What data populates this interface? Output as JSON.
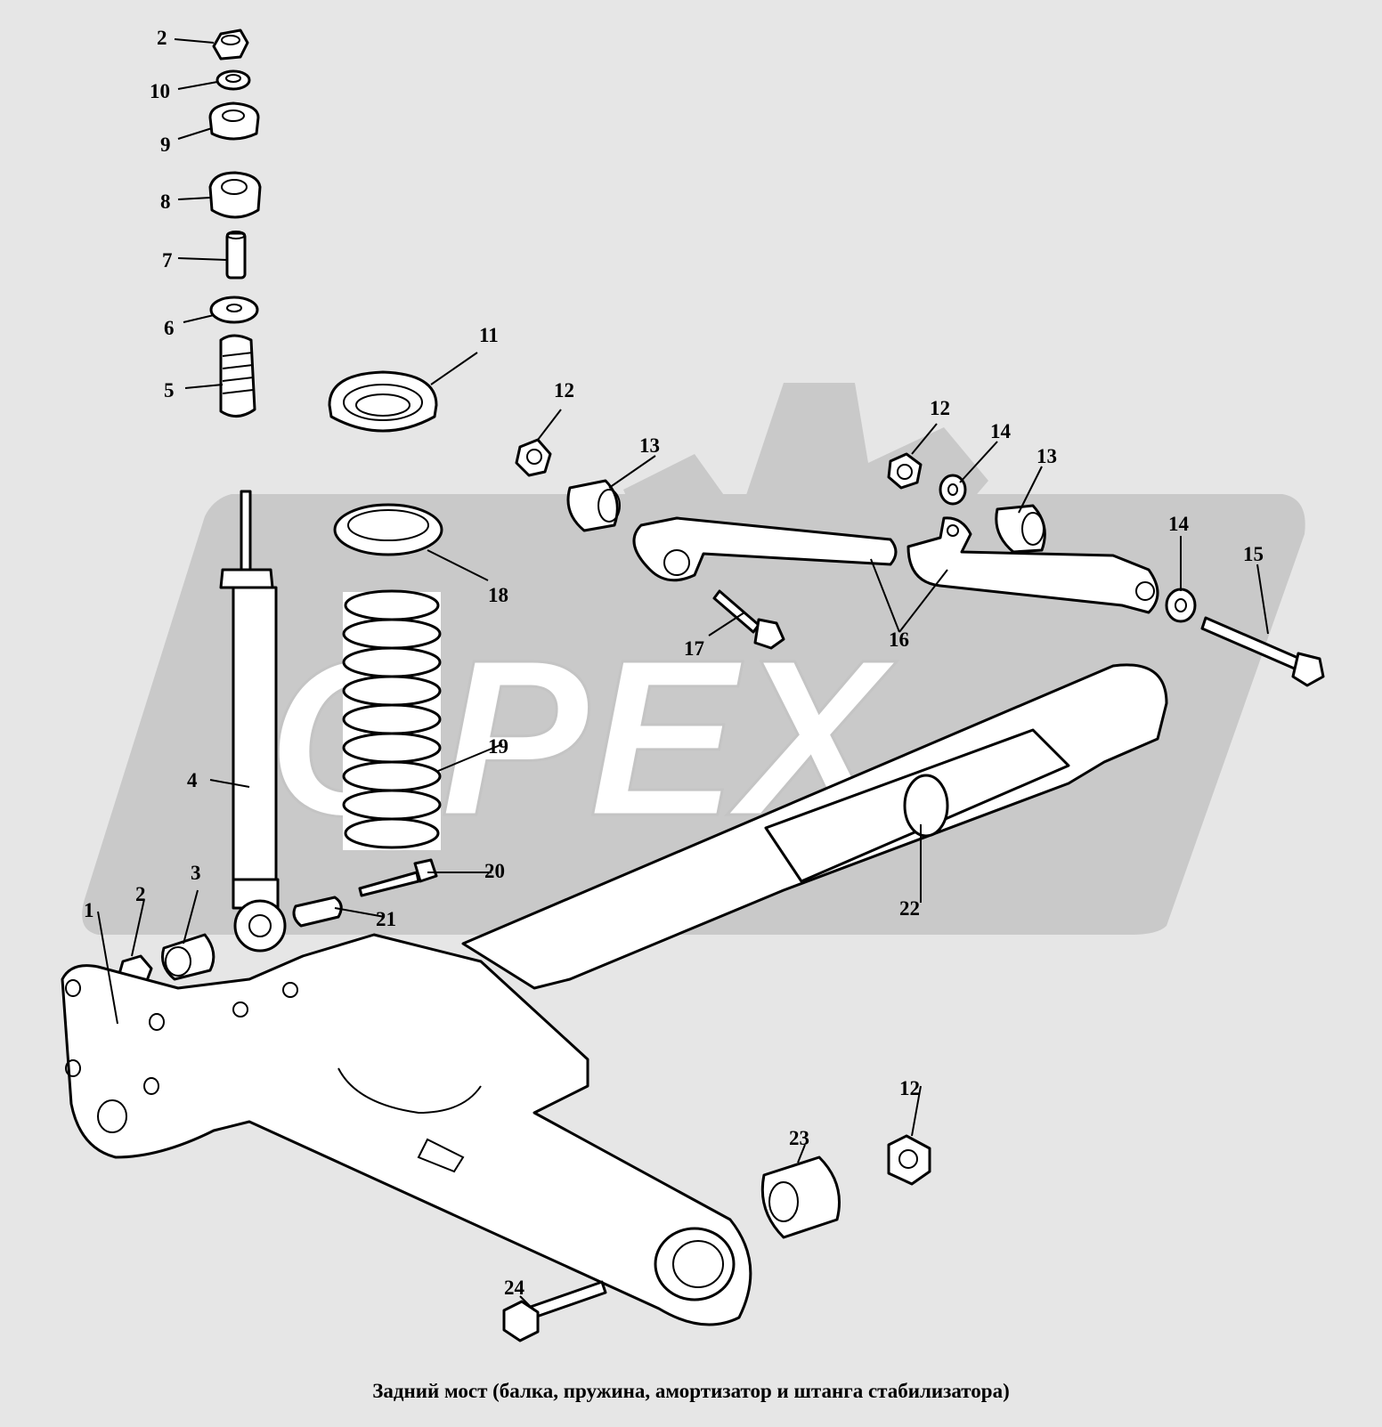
{
  "caption": "Задний мост (балка, пружина, амортизатор и штанга  стабилизатора)",
  "watermark": "OPEX",
  "callouts": {
    "c1": "1",
    "c2a": "2",
    "c2b": "2",
    "c3": "3",
    "c4": "4",
    "c5": "5",
    "c6": "6",
    "c7": "7",
    "c8": "8",
    "c9": "9",
    "c10": "10",
    "c11": "11",
    "c12a": "12",
    "c12b": "12",
    "c12c": "12",
    "c13a": "13",
    "c13b": "13",
    "c14a": "14",
    "c14b": "14",
    "c15": "15",
    "c16": "16",
    "c17": "17",
    "c18": "18",
    "c19": "19",
    "c20": "20",
    "c21": "21",
    "c22": "22",
    "c23": "23",
    "c24": "24"
  }
}
